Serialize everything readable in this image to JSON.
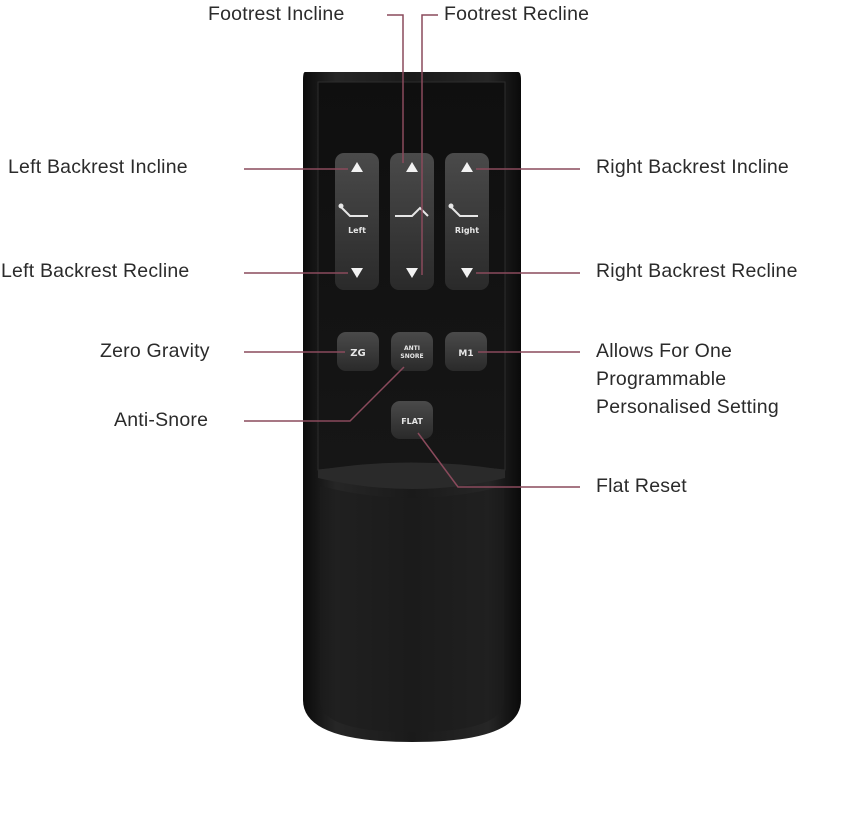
{
  "callouts": {
    "footrest_incline": "Footrest Incline",
    "footrest_recline": "Footrest Recline",
    "left_backrest_incline": "Left Backrest Incline",
    "left_backrest_recline": "Left Backrest Recline",
    "right_backrest_incline": "Right Backrest Incline",
    "right_backrest_recline": "Right Backrest Recline",
    "zero_gravity": "Zero Gravity",
    "anti_snore": "Anti-Snore",
    "m1": [
      "Allows For One",
      "Programmable",
      "Personalised Setting"
    ],
    "flat_reset": "Flat Reset"
  },
  "remote": {
    "left_label": "Left",
    "right_label": "Right",
    "zg_label": "ZG",
    "anti_snore_label": [
      "ANTI",
      "SNORE"
    ],
    "m1_label": "M1",
    "flat_label": "FLAT"
  },
  "colors": {
    "leader_line": "#8a4a5c",
    "remote_body": "#151515",
    "button": "#3a3a3a"
  }
}
